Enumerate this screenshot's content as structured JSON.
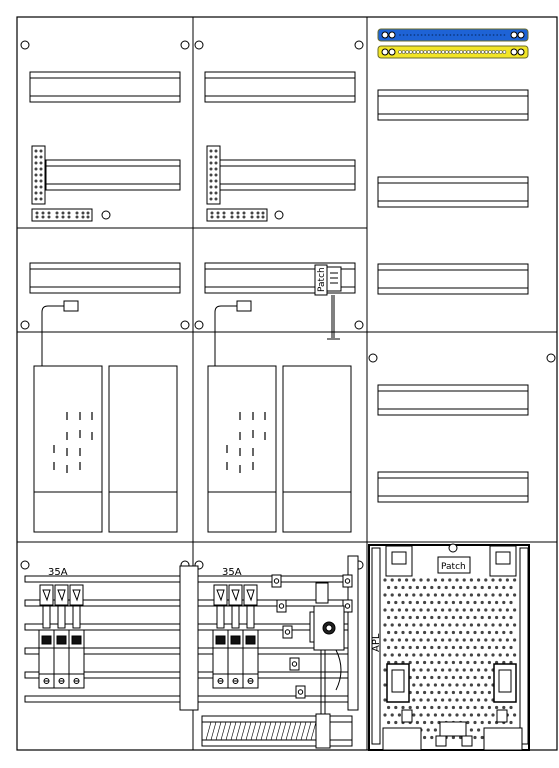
{
  "labels": {
    "fuse_left": "35A",
    "fuse_right": "35A",
    "patch_top": "Patch",
    "patch_bottom": "Patch",
    "apl": "APL"
  },
  "colors": {
    "stroke": "#000000",
    "background": "#ffffff",
    "n_terminal": "#1e63d6",
    "pe_terminal": "#f2e526",
    "terminal_border": "#6b6b2a"
  }
}
